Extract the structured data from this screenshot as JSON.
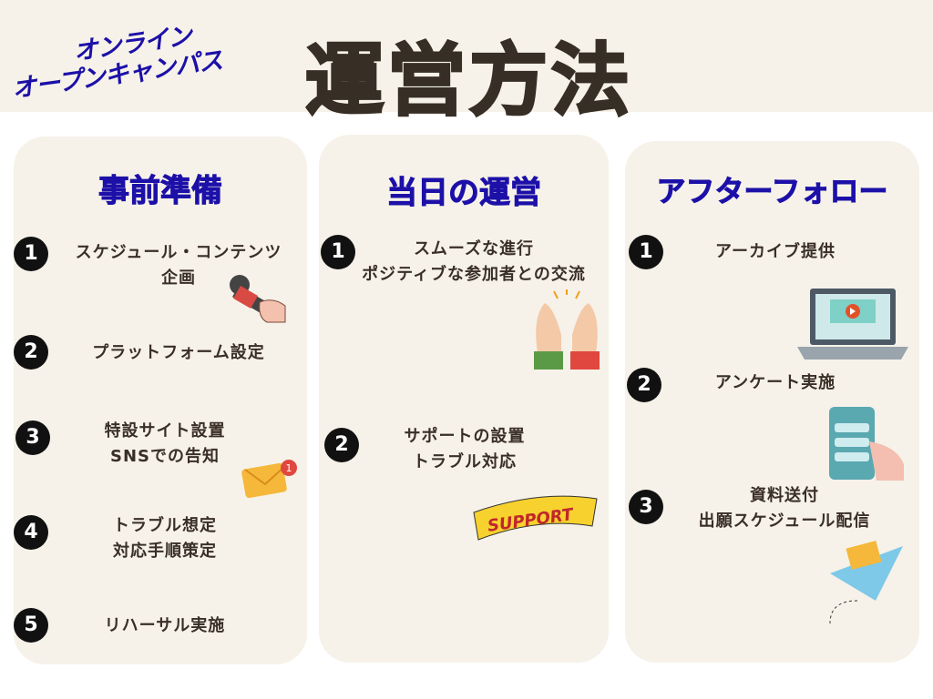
{
  "header": {
    "subtitle_line1": "オンライン",
    "subtitle_line2": "オープンキャンパス",
    "title": "運営方法"
  },
  "columns": [
    {
      "heading": "事前準備",
      "items": [
        {
          "number": "1",
          "lines": [
            "スケジュール・コンテンツ",
            "企画"
          ]
        },
        {
          "number": "2",
          "lines": [
            "プラットフォーム設定"
          ]
        },
        {
          "number": "3",
          "lines": [
            "特設サイト設置",
            "SNSでの告知"
          ]
        },
        {
          "number": "4",
          "lines": [
            "トラブル想定",
            "対応手順策定"
          ]
        },
        {
          "number": "5",
          "lines": [
            "リハーサル実施"
          ]
        }
      ]
    },
    {
      "heading": "当日の運営",
      "items": [
        {
          "number": "1",
          "lines": [
            "スムーズな進行",
            "ポジティブな参加者との交流"
          ]
        },
        {
          "number": "2",
          "lines": [
            "サポートの設置",
            "トラブル対応"
          ]
        }
      ]
    },
    {
      "heading": "アフターフォロー",
      "items": [
        {
          "number": "1",
          "lines": [
            "アーカイブ提供"
          ]
        },
        {
          "number": "2",
          "lines": [
            "アンケート実施"
          ]
        },
        {
          "number": "3",
          "lines": [
            "資料送付",
            "出願スケジュール配信"
          ]
        }
      ]
    }
  ],
  "illustrations": {
    "support_banner": "SUPPORT",
    "mail_badge": "1"
  },
  "colors": {
    "heading": "#1c10a8",
    "text": "#3a2f27",
    "card": "#f6f2e9"
  }
}
